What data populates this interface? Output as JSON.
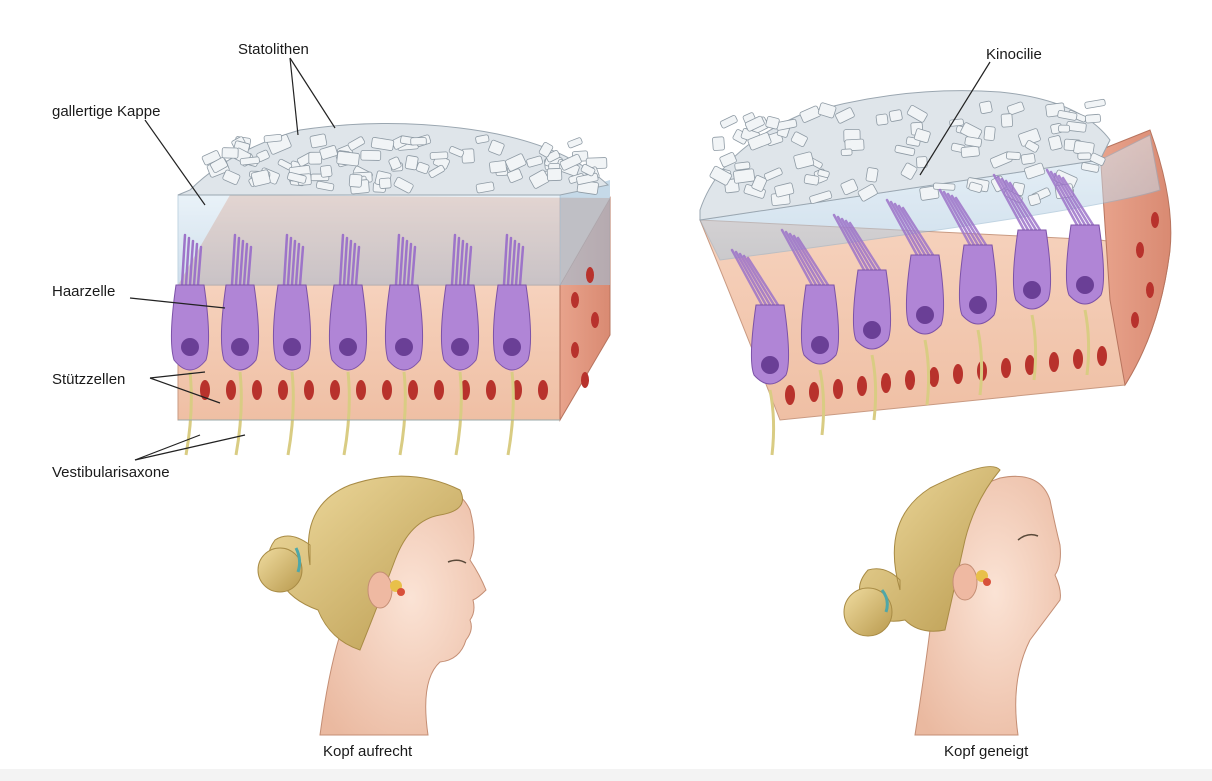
{
  "labels": {
    "statolithen": "Statolithen",
    "gallertige_kappe": "gallertige Kappe",
    "haarzelle": "Haarzelle",
    "stuetzzellen": "Stützzellen",
    "vestibularisaxone": "Vestibularisaxone",
    "kinocilie": "Kinocilie"
  },
  "captions": {
    "left": "Kopf aufrecht",
    "right": "Kopf geneigt"
  },
  "colors": {
    "statolith": "#e6ebef",
    "gel": "#b9d3e6",
    "hair_cell": "#b085d6",
    "nucleus": "#6a3f96",
    "support_cell": "#f3c7ae",
    "support_nucleus": "#b8322c",
    "axon": "#e7dc9a",
    "skin": "#f5d3c1",
    "hair": "#d9c37a"
  }
}
